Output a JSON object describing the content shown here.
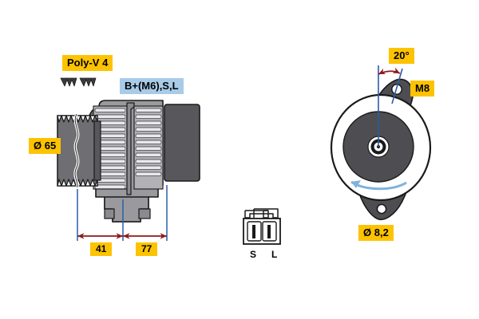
{
  "diagram": {
    "title": "Alternator technical dimension drawing",
    "background_color": "#ffffff",
    "labels": {
      "poly_v": "Poly-V 4",
      "terminals": "B+(M6),S,L",
      "pulley_diameter": "Ø 65",
      "dim_41": "41",
      "dim_77": "77",
      "angle": "20°",
      "bolt_thread": "M8",
      "hole_diameter": "Ø 8,2",
      "connector_pin_s": "S",
      "connector_pin_l": "L"
    },
    "colors": {
      "yellow_badge": "#fdc300",
      "blue_badge": "#a8cbe8",
      "dimension_line": "#8c1a1a",
      "extension_line": "#2a5caa",
      "body_gray": "#9a9a9e",
      "body_dark_gray": "#5a5a5e",
      "body_mid_gray": "#7e7e84",
      "rotation_arrow": "#7fb2dd",
      "outline": "#1a1a1a"
    },
    "views": {
      "side_view": "Alternator side section view with Poly-V pulley",
      "front_view": "Alternator front view with mounting ears and rotation direction",
      "connector_view": "Two-pin connector S / L"
    }
  }
}
